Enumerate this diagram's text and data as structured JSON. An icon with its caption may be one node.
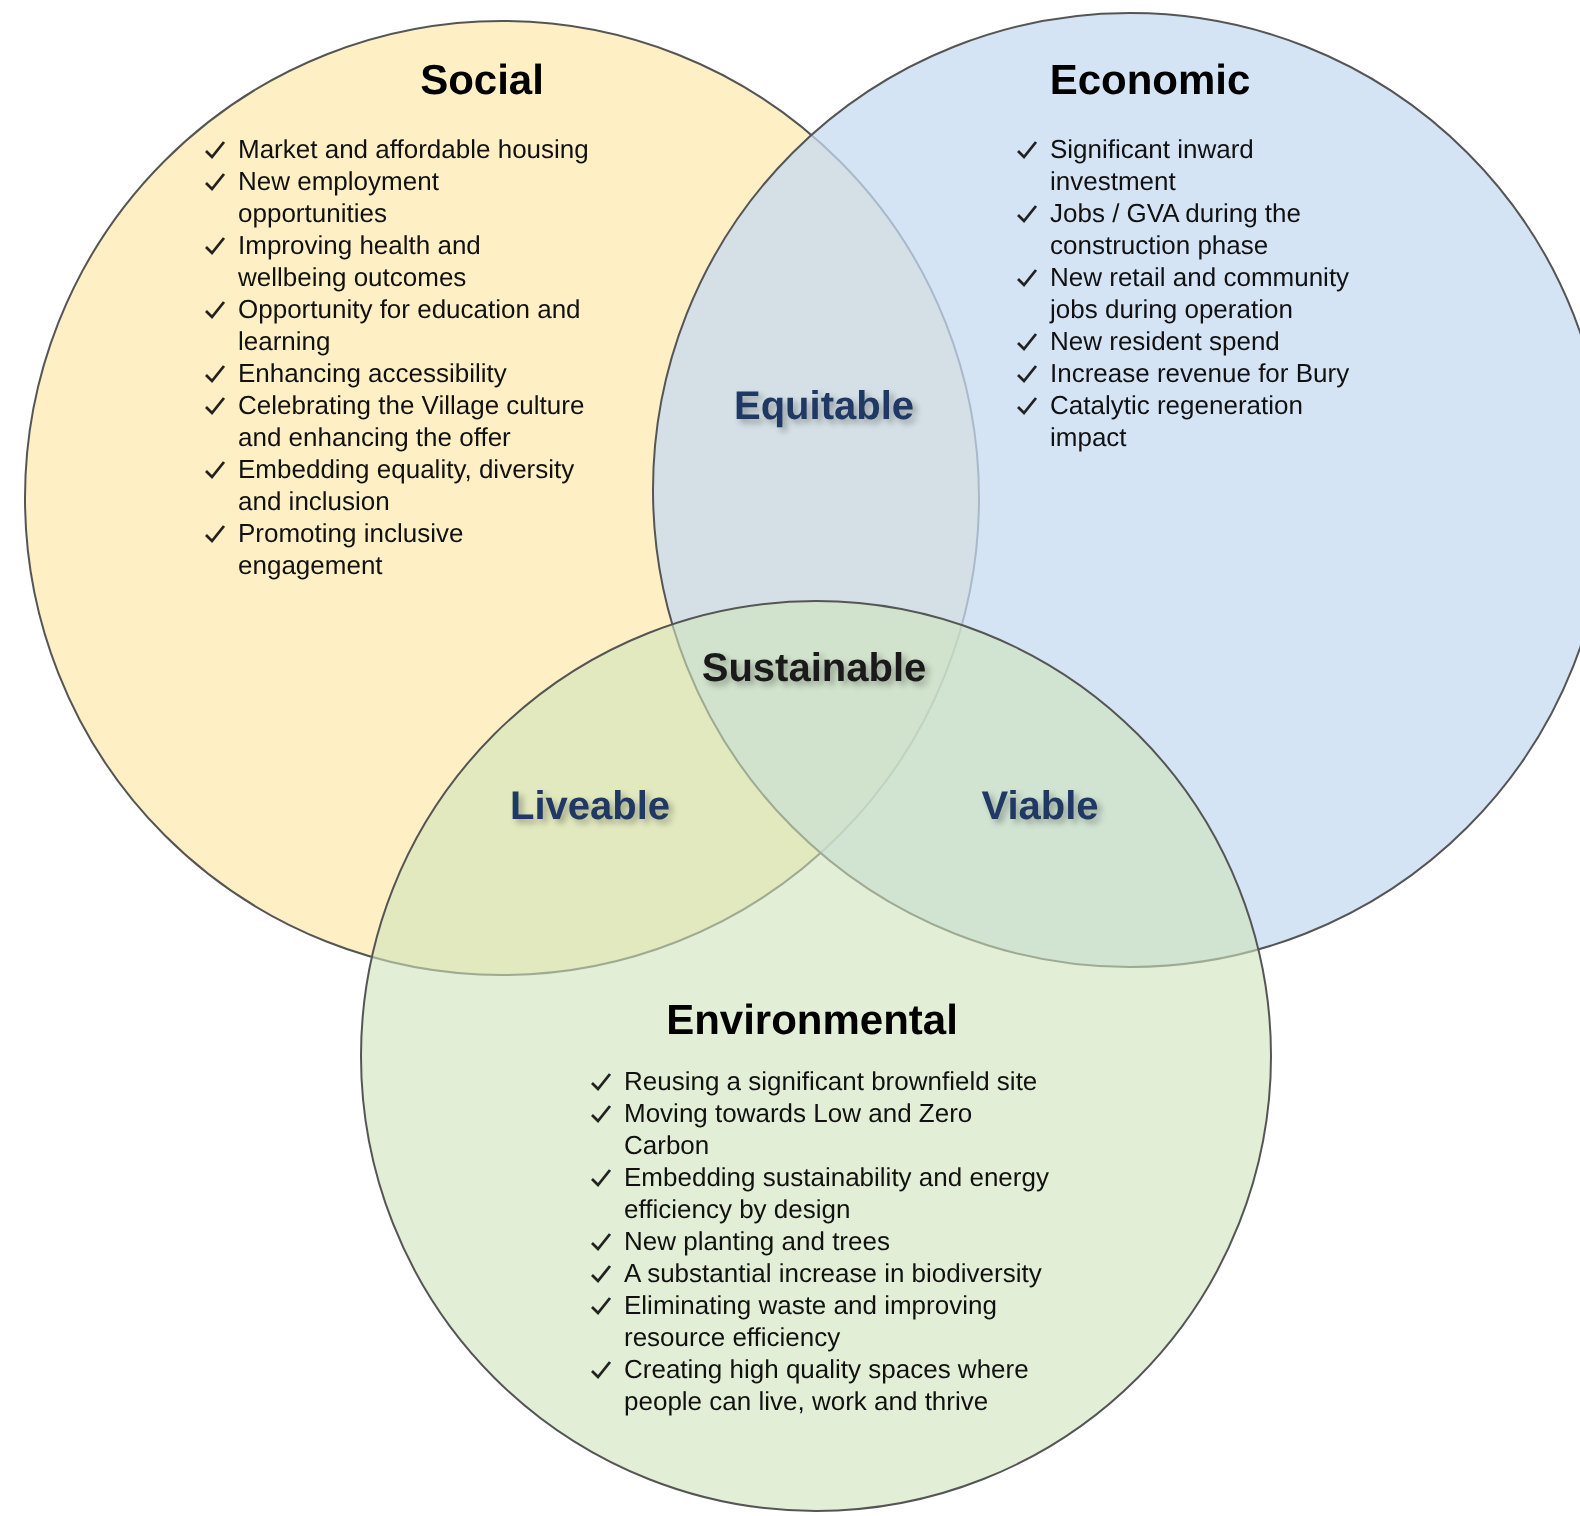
{
  "diagram": {
    "nodes": [
      {
        "text": [
          "Social",
          "Market and affordable housing",
          "New employment opportunities",
          "Improving health and wellbeing outcomes",
          "Opportunity for education and learning",
          "Enhancing accessibility",
          "Celebrating the Village culture and enhancing the offer",
          "Embedding equality, diversity and inclusion",
          "Promoting inclusive engagement"
        ]
      },
      {
        "text": [
          "Economic",
          "Significant inward investment",
          "Jobs / GVA during the construction phase",
          "New retail and community jobs during operation",
          "New resident spend",
          "Increase revenue for Bury",
          "Catalytic regeneration impact"
        ]
      },
      {
        "text": [
          "Environmental",
          "Reusing a significant brownfield site",
          "Moving towards Low and Zero Carbon",
          "Embedding sustainability and energy efficiency by design",
          "New planting and trees",
          "A substantial increase in biodiversity",
          "Eliminating waste and improving resource efficiency",
          "Creating high quality spaces where people can live, work and thrive"
        ]
      }
    ],
    "edges": [],
    "labels": [
      "Equitable",
      "Sustainable",
      "Liveable",
      "Viable"
    ]
  }
}
